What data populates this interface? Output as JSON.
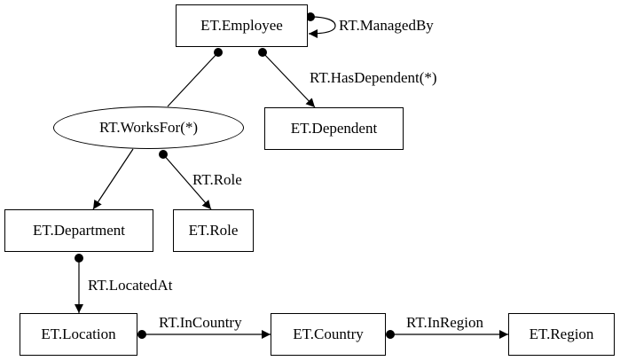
{
  "nodes": {
    "employee": "ET.Employee",
    "works_for": "RT.WorksFor(*)",
    "dependent": "ET.Dependent",
    "department": "ET.Department",
    "role": "ET.Role",
    "location": "ET.Location",
    "country": "ET.Country",
    "region": "ET.Region"
  },
  "edges": {
    "managed_by": "RT.ManagedBy",
    "has_dependent": "RT.HasDependent(*)",
    "role": "RT.Role",
    "located_at": "RT.LocatedAt",
    "in_country": "RT.InCountry",
    "in_region": "RT.InRegion"
  },
  "colors": {
    "stroke": "#000000",
    "background": "#ffffff"
  }
}
